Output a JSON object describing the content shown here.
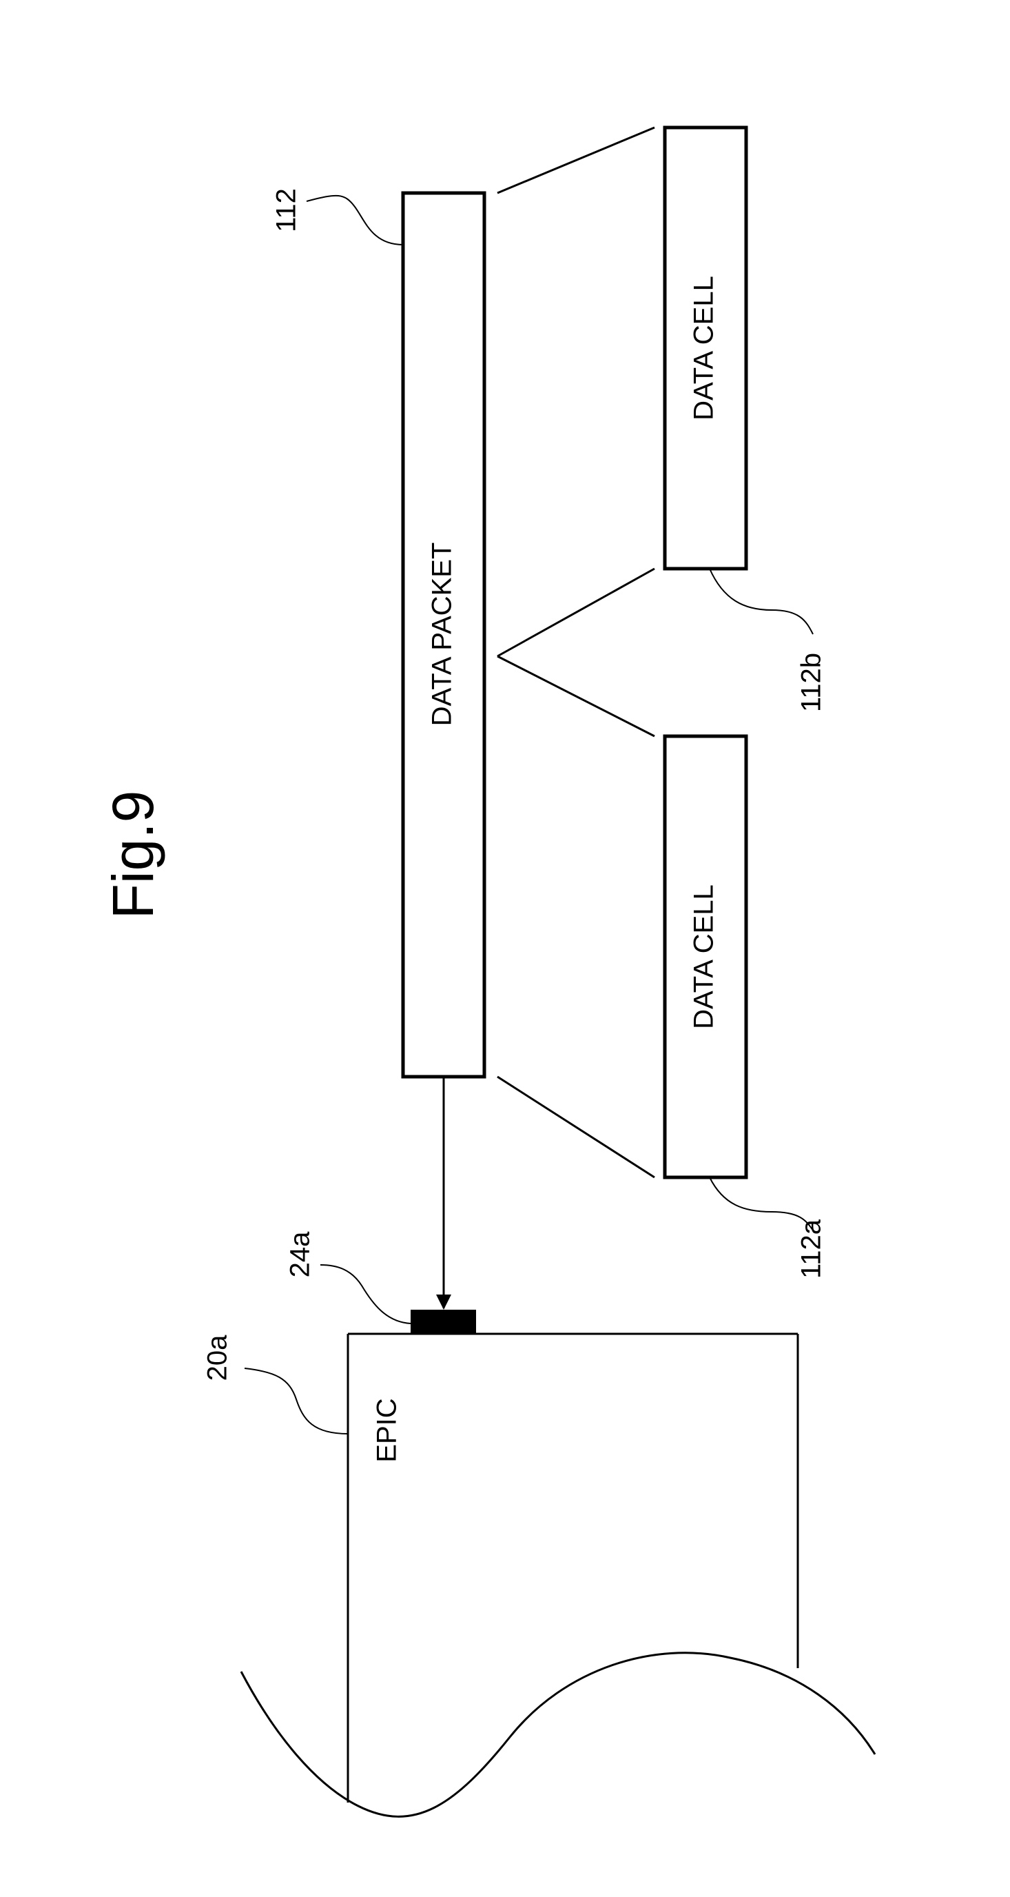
{
  "figure": {
    "title": "Fig.9"
  },
  "blocks": {
    "data_packet": {
      "label": "DATA PACKET",
      "ref": "112"
    },
    "data_cell_a": {
      "label": "DATA CELL",
      "ref": "112a"
    },
    "data_cell_b": {
      "label": "DATA CELL",
      "ref": "112b"
    },
    "epic": {
      "label": "EPIC",
      "ref": "20a"
    },
    "port": {
      "ref": "24a"
    }
  }
}
